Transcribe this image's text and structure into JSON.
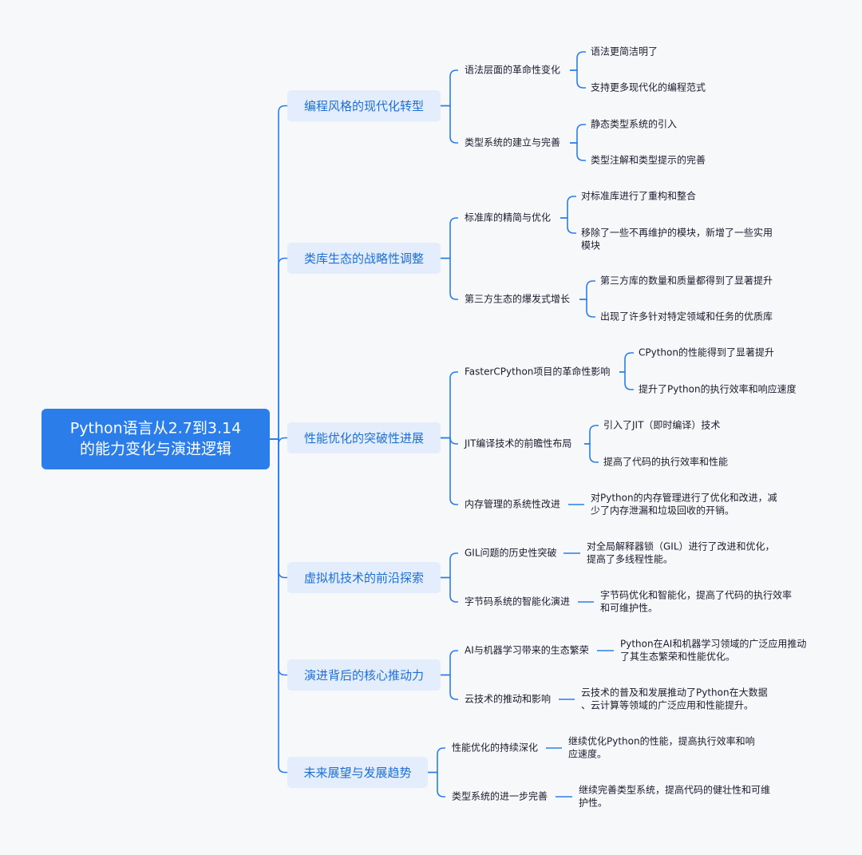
{
  "root": {
    "lines": [
      "Python语言从2.7到3.14",
      "的能力变化与演进逻辑"
    ]
  },
  "branches": [
    {
      "label": "编程风格的现代化转型",
      "children": [
        {
          "label": "语法层面的革命性变化",
          "children": [
            [
              "语法更简洁明了"
            ],
            [
              "支持更多现代化的编程范式"
            ]
          ]
        },
        {
          "label": "类型系统的建立与完善",
          "children": [
            [
              "静态类型系统的引入"
            ],
            [
              "类型注解和类型提示的完善"
            ]
          ]
        }
      ]
    },
    {
      "label": "类库生态的战略性调整",
      "children": [
        {
          "label": "标准库的精简与优化",
          "children": [
            [
              "对标准库进行了重构和整合"
            ],
            [
              "移除了一些不再维护的模块，新增了一些实用",
              "模块"
            ]
          ]
        },
        {
          "label": "第三方生态的爆发式增长",
          "children": [
            [
              "第三方库的数量和质量都得到了显著提升"
            ],
            [
              "出现了许多针对特定领域和任务的优质库"
            ]
          ]
        }
      ]
    },
    {
      "label": "性能优化的突破性进展",
      "children": [
        {
          "label": "FasterCPython项目的革命性影响",
          "children": [
            [
              "CPython的性能得到了显著提升"
            ],
            [
              "提升了Python的执行效率和响应速度"
            ]
          ]
        },
        {
          "label": "JIT编译技术的前瞻性布局",
          "children": [
            [
              "引入了JIT（即时编译）技术"
            ],
            [
              "提高了代码的执行效率和性能"
            ]
          ]
        },
        {
          "label": "内存管理的系统性改进",
          "children": [
            [
              "对Python的内存管理进行了优化和改进，减",
              "少了内存泄漏和垃圾回收的开销。"
            ]
          ]
        }
      ]
    },
    {
      "label": "虚拟机技术的前沿探索",
      "children": [
        {
          "label": "GIL问题的历史性突破",
          "children": [
            [
              "对全局解释器锁（GIL）进行了改进和优化，",
              "提高了多线程性能。"
            ]
          ]
        },
        {
          "label": "字节码系统的智能化演进",
          "children": [
            [
              "字节码优化和智能化，提高了代码的执行效率",
              "和可维护性。"
            ]
          ]
        }
      ]
    },
    {
      "label": "演进背后的核心推动力",
      "children": [
        {
          "label": "AI与机器学习带来的生态繁荣",
          "children": [
            [
              "Python在AI和机器学习领域的广泛应用推动",
              "了其生态繁荣和性能优化。"
            ]
          ]
        },
        {
          "label": "云技术的推动和影响",
          "children": [
            [
              "云技术的普及和发展推动了Python在大数据",
              "、云计算等领域的广泛应用和性能提升。"
            ]
          ]
        }
      ]
    },
    {
      "label": "未来展望与发展趋势",
      "children": [
        {
          "label": "性能优化的持续深化",
          "children": [
            [
              "继续优化Python的性能，提高执行效率和响",
              "应速度。"
            ]
          ]
        },
        {
          "label": "类型系统的进一步完善",
          "children": [
            [
              "继续完善类型系统，提高代码的健壮性和可维",
              "护性。"
            ]
          ]
        }
      ]
    }
  ],
  "colors": {
    "background": "#f7f8fa",
    "root_fill": "#2b7de9",
    "branch_fill": "#e3edfb",
    "branch_text": "#1d6fd6",
    "connector": "#2b7de9",
    "text": "#1a1a2e"
  }
}
